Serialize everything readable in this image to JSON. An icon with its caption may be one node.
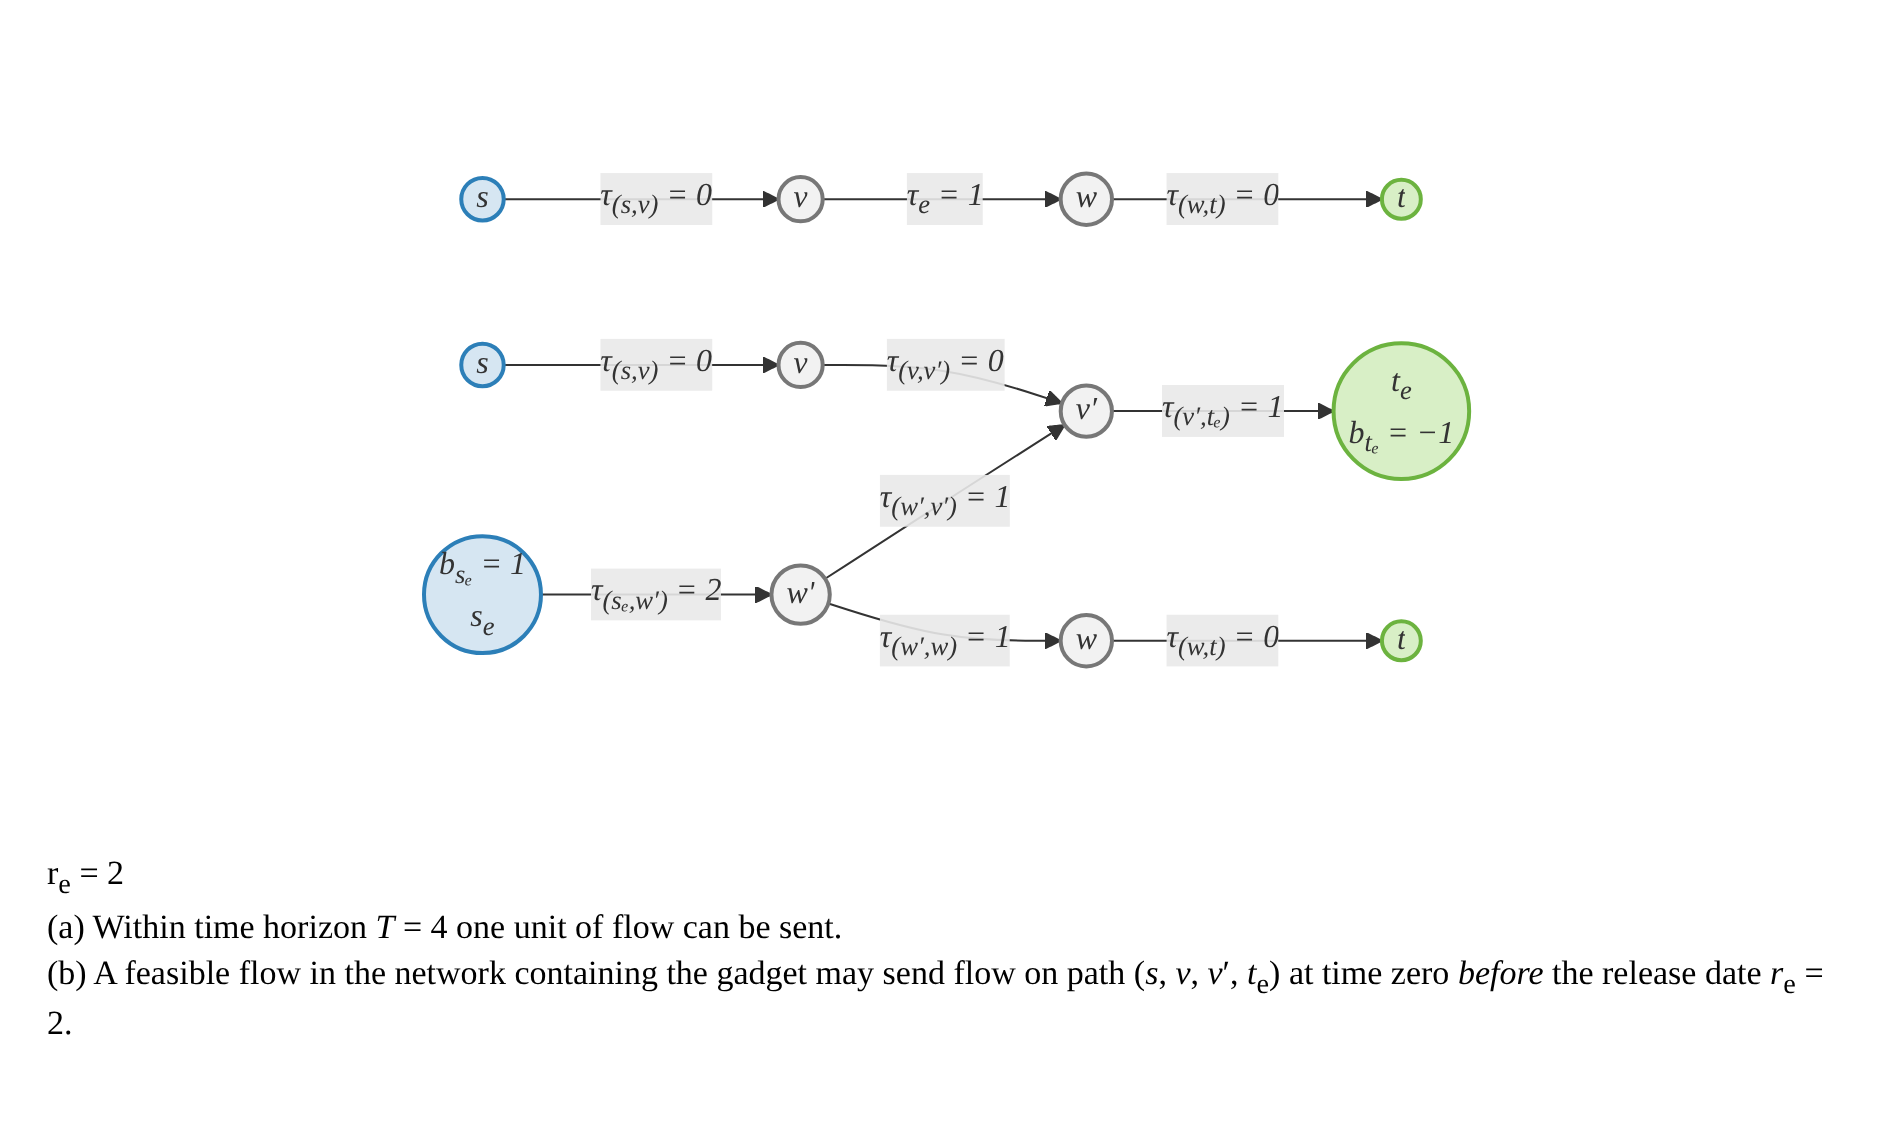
{
  "diagram": {
    "nodes": [
      {
        "text": [
          "s"
        ]
      },
      {
        "text": [
          "v"
        ]
      },
      {
        "text": [
          "w"
        ]
      },
      {
        "text": [
          "t"
        ]
      },
      {
        "text": [
          "b$_{sₑ}$ = 1",
          "s$_{e}$"
        ]
      },
      {
        "text": [
          "s"
        ]
      },
      {
        "text": [
          "v"
        ]
      },
      {
        "text": [
          "v′"
        ]
      },
      {
        "text": [
          "w′"
        ]
      },
      {
        "text": [
          "w"
        ]
      },
      {
        "text": [
          "t"
        ]
      },
      {
        "text": [
          "t$_{e}$",
          "b$_{tₑ}$ = −1"
        ]
      }
    ],
    "edges": [
      {
        "from": 0,
        "to": 1,
        "arrow": "to",
        "label": "τ$_{(s,v)}$ = 0"
      },
      {
        "from": 1,
        "to": 2,
        "arrow": "to",
        "label": "τ$_{e}$ = 1"
      },
      {
        "from": 2,
        "to": 3,
        "arrow": "to",
        "label": "τ$_{(w,t)}$ = 0"
      },
      {
        "from": 4,
        "to": 8,
        "arrow": "to",
        "label": "τ$_{(sₑ,w′)}$ = 2"
      },
      {
        "from": 5,
        "to": 6,
        "arrow": "to",
        "label": "τ$_{(s,v)}$ = 0"
      },
      {
        "from": 6,
        "to": 7,
        "arrow": "to",
        "label": "τ$_{(v,v′)}$ = 0"
      },
      {
        "from": 8,
        "to": 7,
        "arrow": "to",
        "label": "τ$_{(w′,v′)}$ = 1"
      },
      {
        "from": 8,
        "to": 9,
        "arrow": "to",
        "label": "τ$_{(w′,w)}$ = 1"
      },
      {
        "from": 9,
        "to": 10,
        "arrow": "to",
        "label": "τ$_{(w,t)}$ = 0"
      },
      {
        "from": 7,
        "to": 11,
        "arrow": "to",
        "label": "τ$_{(v′,tₑ)}$ = 1"
      }
    ],
    "labels": [
      "r$_{e}$ = 2",
      "(a) Within time horizon *T* = 4 one unit of flow can be sent.",
      "(b) A feasible flow in the network containing the gadget may send flow on path (*s*, *v*, *v*′, *t*$_{e}$) at time zero *before* the release date *r*$_{e}$ = 2."
    ]
  }
}
